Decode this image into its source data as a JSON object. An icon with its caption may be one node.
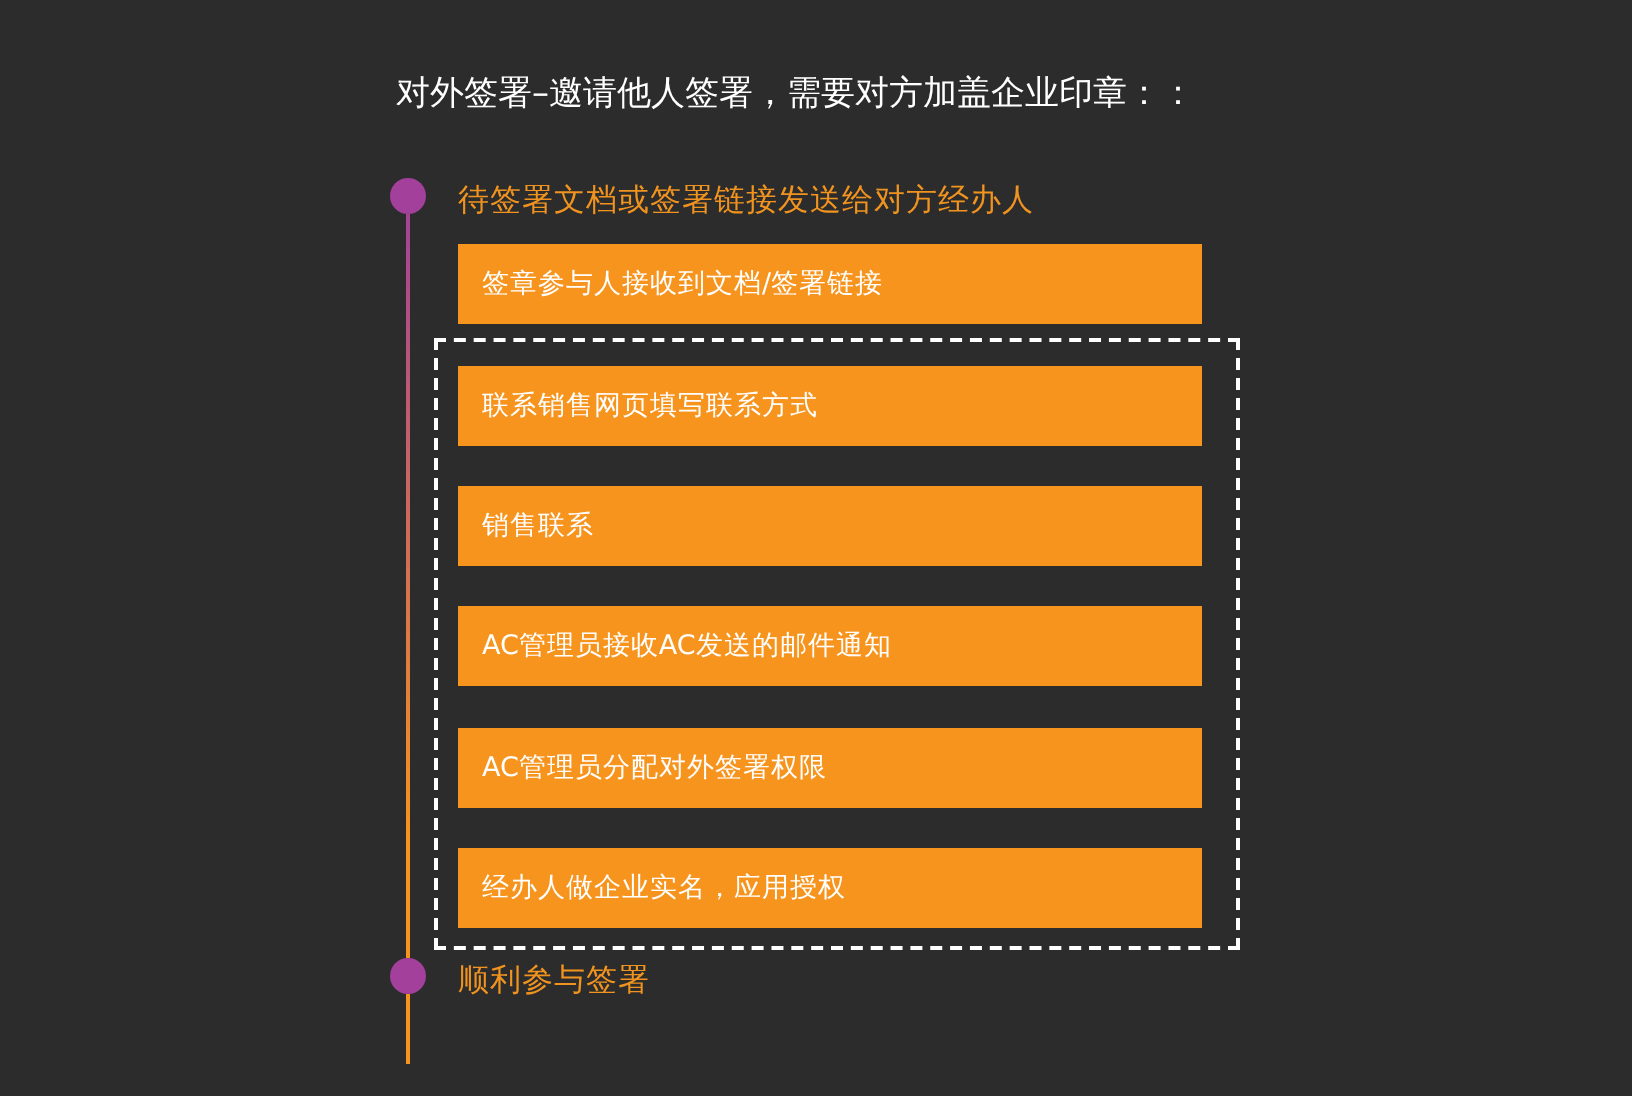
{
  "diagram": {
    "title": "对外签署–邀请他人签署，需要对方加盖企业印章：：",
    "nodes": [
      {
        "text": [],
        "shape": "circle",
        "beside": [
          "待签署文档或签署链接发送给对方经办人"
        ]
      },
      {
        "text": [
          "签章参与人接收到文档/签署链接"
        ]
      },
      {
        "text": [],
        "shape": "box"
      },
      {
        "text": [
          "联系销售网页填写联系方式"
        ],
        "in": 2
      },
      {
        "text": [
          "销售联系"
        ],
        "in": 2
      },
      {
        "text": [
          "AC管理员接收AC发送的邮件通知"
        ],
        "in": 2
      },
      {
        "text": [
          "AC管理员分配对外签署权限"
        ],
        "in": 2
      },
      {
        "text": [
          "经办人做企业实名，应用授权"
        ],
        "in": 2
      },
      {
        "text": [],
        "shape": "circle",
        "beside": [
          "顺利参与签署"
        ]
      }
    ],
    "edges": [
      {
        "from": 0,
        "to": 8,
        "arrow": "none"
      },
      {
        "from": 8,
        "to": null,
        "arrow": "none"
      }
    ]
  }
}
